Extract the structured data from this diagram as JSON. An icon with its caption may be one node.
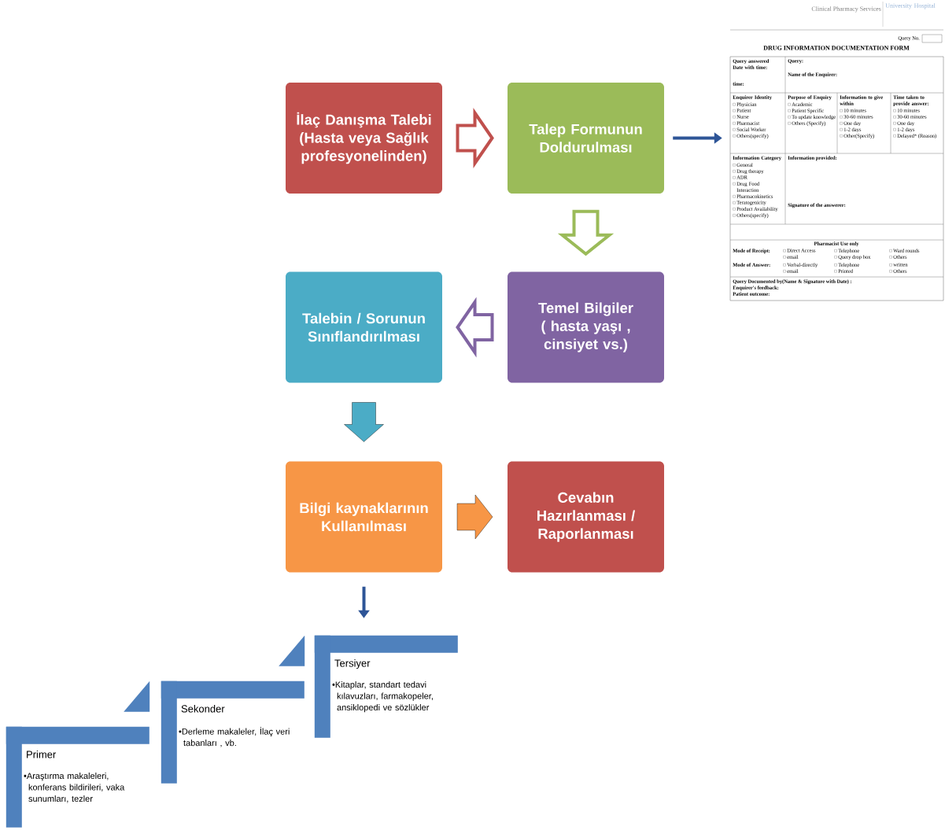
{
  "diagram": {
    "nodes": [
      {
        "text": [
          "İlaç Danışma Talebi",
          "(Hasta veya Sağlık profesyonelinden)"
        ]
      },
      {
        "text": [
          "Talep Formunun Doldurulması"
        ]
      },
      {
        "text": [
          "Clinical Pharmacy Services",
          "University Hospital",
          "Query No.",
          "DRUG INFORMATION DOCUMENTATION FORM",
          "Query answered Date with time:",
          "time:",
          "Query:",
          "Name of the Enquirer:",
          "Enquirer Identity",
          "Physician",
          "Patient",
          "Nurse",
          "Pharmacist",
          "Social Worker",
          "Others(specify)",
          "Purpose of Enquiry",
          "Academic",
          "Patient Specific",
          "To update knowledge",
          "Others (Specify)",
          "Information to give within",
          "10 minutes",
          "30-60 minutes",
          "One day",
          "1-2 days",
          "Other(Specify)",
          "Time taken to provide answer:",
          "10 minutes",
          "30-60 minutes",
          "One day",
          "1-2 days",
          "Delayed* (Reason)",
          "Information Category",
          "General",
          "Drug therapy",
          "ADR",
          "Drug Food Interaction",
          "Pharmacokinetics",
          "Teratogenicity",
          "Product Availability",
          "Others(specify)",
          "Information provided:",
          "Signature of the answerer:",
          "Pharmacist Use only",
          "Mode of Receipt:",
          "Direct Access",
          "Telephone",
          "Ward rounds",
          "email",
          "Query drop box",
          "Others",
          "Mode of Answer:",
          "Verbal-directly",
          "Telephone",
          "written",
          "email",
          "Printed",
          "Others",
          "Query Documented by(Name & Signature with Date) :",
          "Enquirer's feedback:",
          "Patient outcome:"
        ]
      },
      {
        "text": [
          "Temel Bilgiler",
          "( hasta yaşı , cinsiyet vs.)"
        ]
      },
      {
        "text": [
          "Talebin / Sorunun Sınıflandırılması"
        ]
      },
      {
        "text": [
          "Bilgi kaynaklarının Kullanılması"
        ]
      },
      {
        "text": [
          "Cevabın Hazırlanması / Raporlanması"
        ]
      },
      {
        "text": [
          "Tersiyer",
          "•Kitaplar, standart tedavi kılavuzları, farmakopeler, ansiklopedi ve sözlükler"
        ]
      },
      {
        "text": [
          "Sekonder",
          "•Derleme makaleler, İlaç veri tabanları , vb."
        ]
      },
      {
        "text": [
          "Primer",
          "•Araştırma makaleleri, konferans bildirileri, vaka sunumları, tezler"
        ]
      }
    ],
    "edges": [
      {
        "from": 0,
        "to": 1,
        "arrow": "to",
        "color": "#c0504d"
      },
      {
        "from": 1,
        "to": 2,
        "arrow": "to",
        "color": "#2e5597"
      },
      {
        "from": 1,
        "to": 3,
        "arrow": "to",
        "color": "#9bbb59"
      },
      {
        "from": 3,
        "to": 4,
        "arrow": "to",
        "color": "#8064a2"
      },
      {
        "from": 4,
        "to": 5,
        "arrow": "to",
        "color": "#4bacc6"
      },
      {
        "from": 5,
        "to": 6,
        "arrow": "to",
        "color": "#f79646"
      },
      {
        "from": 5,
        "to": 7,
        "arrow": "to",
        "color": "#2e5597"
      }
    ]
  }
}
